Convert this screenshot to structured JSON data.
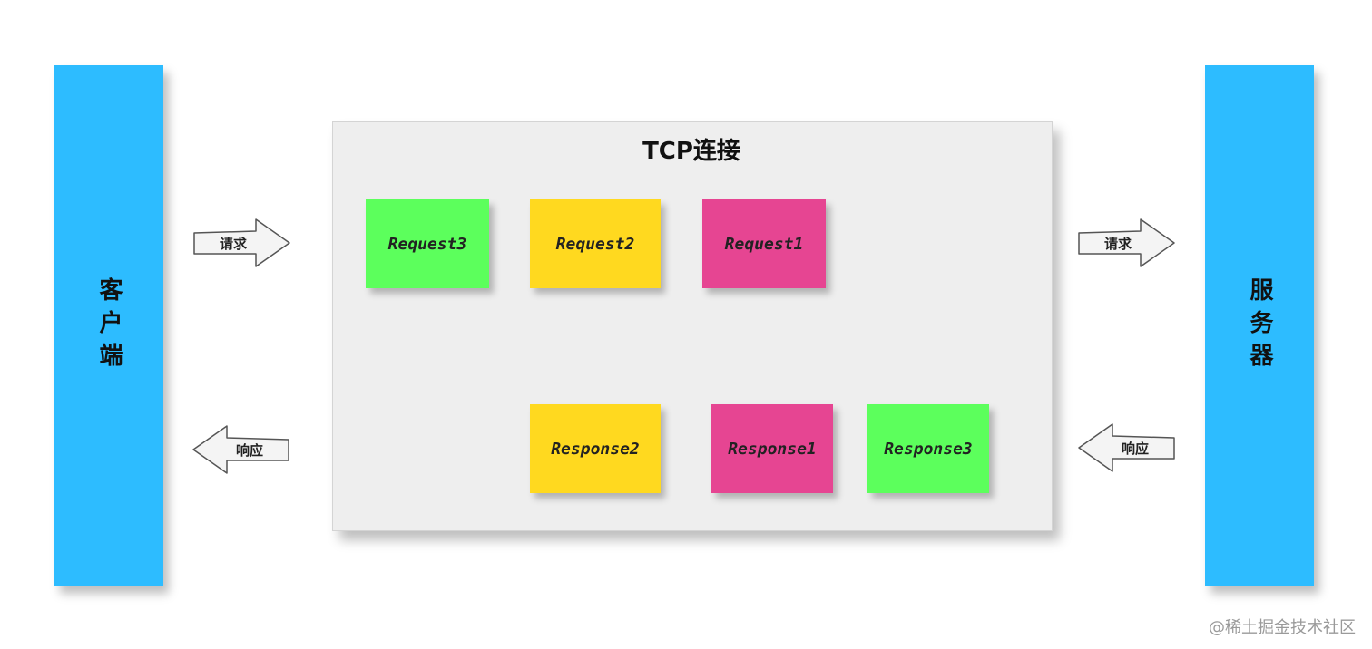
{
  "client": {
    "label": "客户端"
  },
  "server": {
    "label": "服务器"
  },
  "tcp": {
    "title": "TCP连接"
  },
  "requests": [
    {
      "label": "Request3",
      "color": "#5CFF5C"
    },
    {
      "label": "Request2",
      "color": "#FFD91F"
    },
    {
      "label": "Request1",
      "color": "#E64592"
    }
  ],
  "responses": [
    {
      "label": "Response2",
      "color": "#FFD91F"
    },
    {
      "label": "Response1",
      "color": "#E64592"
    },
    {
      "label": "Response3",
      "color": "#5CFF5C"
    }
  ],
  "arrows": {
    "request_label": "请求",
    "response_label": "响应"
  },
  "colors": {
    "side_bar": "#2DBCFF",
    "panel": "#EEEEEE"
  },
  "watermark": "@稀土掘金技术社区"
}
